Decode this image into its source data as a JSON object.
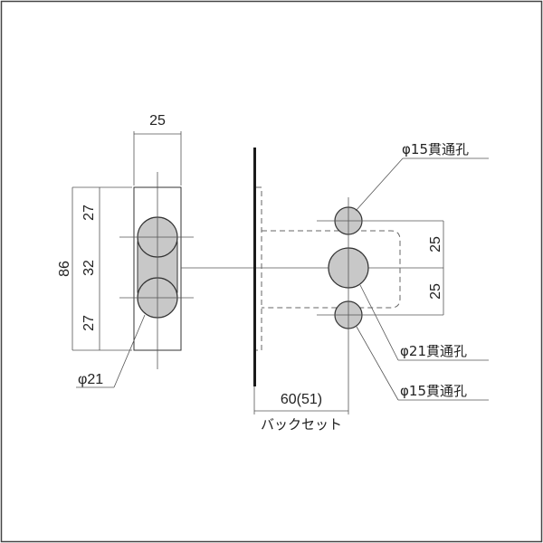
{
  "drawing": {
    "colors": {
      "frame": "#444444",
      "hole_fill": "#c8c8c8",
      "line": "#333333"
    },
    "left_view": {
      "width_dim": "25",
      "height_dim": "86",
      "seg_top": "27",
      "seg_mid": "32",
      "seg_bottom": "27",
      "hole_label": "φ21"
    },
    "right_view": {
      "top_hole_label": "φ15貫通孔",
      "mid_hole_label": "φ21貫通孔",
      "bottom_hole_label": "φ15貫通孔",
      "spacing_upper": "25",
      "spacing_lower": "25",
      "backset_dim": "60(51)",
      "backset_label": "バックセット"
    }
  }
}
